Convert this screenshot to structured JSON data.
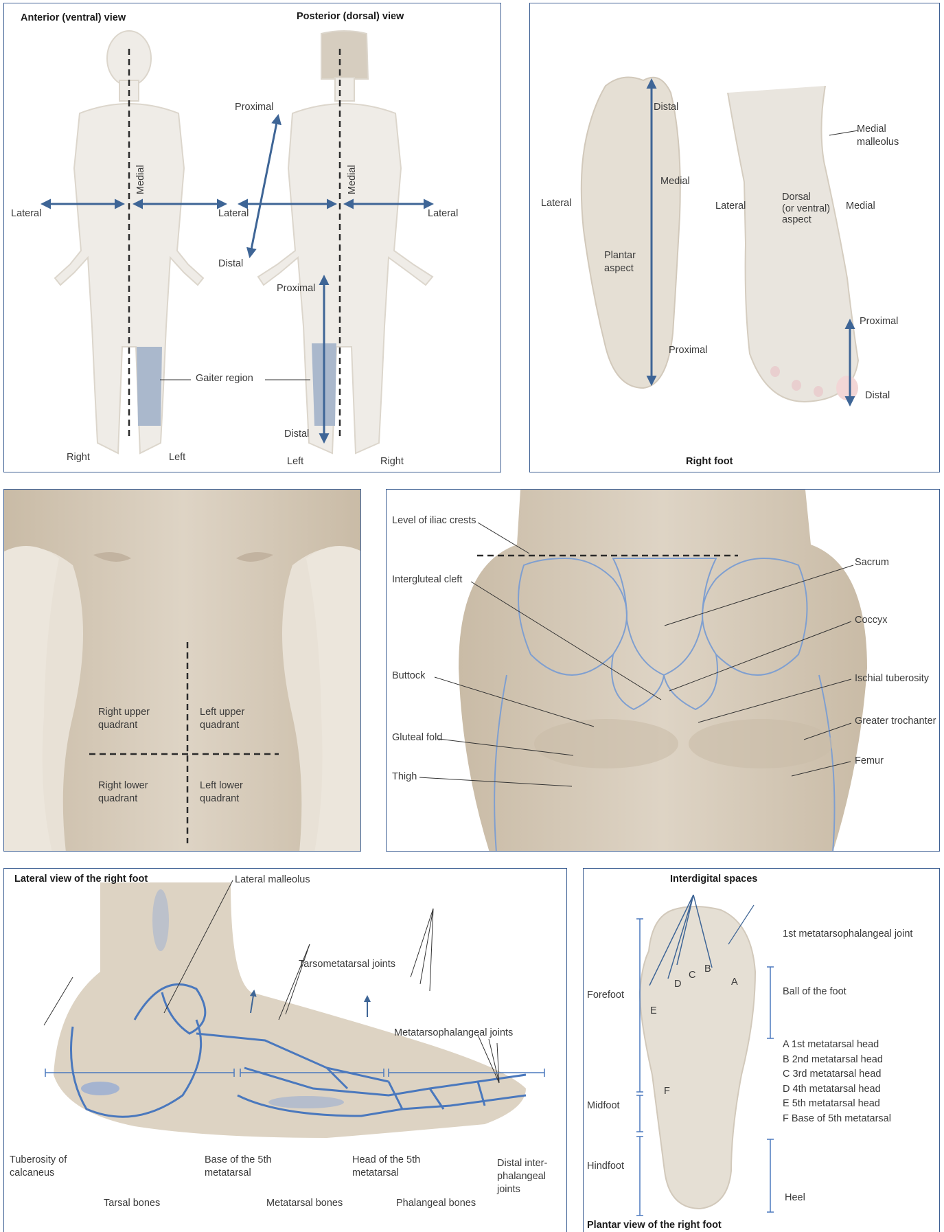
{
  "colors": {
    "border": "#3d5f93",
    "arrow": "#3e6596",
    "bone_line": "#4a78bd",
    "skin": "#e8e2d8",
    "skin_dark": "#cfc3b0",
    "gaiter": "#aab8cc",
    "text": "#3a3a3a"
  },
  "panel_body": {
    "anterior_title": "Anterior (ventral) view",
    "posterior_title": "Posterior (dorsal) view",
    "medial_1": "Medial",
    "medial_2": "Medial",
    "lateral_1": "Lateral",
    "lateral_2": "Lateral",
    "lateral_3": "Lateral",
    "proximal_upper": "Proximal",
    "distal_upper": "Distal",
    "proximal_lower": "Proximal",
    "distal_lower": "Distal",
    "gaiter_region": "Gaiter region",
    "right_front": "Right",
    "left_front": "Left",
    "left_back": "Left",
    "right_back": "Right"
  },
  "panel_foot": {
    "distal_plantar": "Distal",
    "medial_plantar": "Medial",
    "lateral_plantar": "Lateral",
    "plantar_aspect": "Plantar\naspect",
    "proximal_plantar": "Proximal",
    "medial_malleolus": "Medial\nmalleolus",
    "lateral_dorsal": "Lateral",
    "dorsal_aspect": "Dorsal\n(or ventral)\naspect",
    "medial_dorsal": "Medial",
    "proximal_dorsal": "Proximal",
    "distal_dorsal": "Distal",
    "title": "Right foot"
  },
  "panel_abdomen": {
    "ruq": "Right upper\nquadrant",
    "luq": "Left upper\nquadrant",
    "rlq": "Right lower\nquadrant",
    "llq": "Left lower\nquadrant"
  },
  "panel_pelvis": {
    "iliac_crests": "Level of iliac crests",
    "intergluteal_cleft": "Intergluteal cleft",
    "buttock": "Buttock",
    "gluteal_fold": "Gluteal fold",
    "thigh": "Thigh",
    "sacrum": "Sacrum",
    "coccyx": "Coccyx",
    "ischial_tuberosity": "Ischial tuberosity",
    "greater_trochanter": "Greater trochanter",
    "femur": "Femur"
  },
  "panel_lateral": {
    "title": "Lateral view of the right foot",
    "lateral_malleolus": "Lateral malleolus",
    "tarsometatarsal_joints": "Tarsometatarsal joints",
    "mtp_joints": "Metatarsophalangeal joints",
    "tuberosity": "Tuberosity of\ncalcaneus",
    "base_5th": "Base of the 5th\nmetatarsal",
    "head_5th": "Head of the 5th\nmetatarsal",
    "distal_ip": "Distal inter-\nphalangeal\njoints",
    "tarsal_bones": "Tarsal bones",
    "metatarsal_bones": "Metatarsal bones",
    "phalangeal_bones": "Phalangeal bones"
  },
  "panel_plantar": {
    "interdigital_spaces": "Interdigital spaces",
    "first_mtp": "1st metatarsophalangeal joint",
    "forefoot": "Forefoot",
    "ball": "Ball of the foot",
    "midfoot": "Midfoot",
    "hindfoot": "Hindfoot",
    "heel": "Heel",
    "title": "Plantar view of the right foot",
    "letter_a": "A",
    "letter_b": "B",
    "letter_c": "C",
    "letter_d": "D",
    "letter_e": "E",
    "letter_f": "F",
    "legend": [
      "A 1st metatarsal head",
      "B 2nd metatarsal head",
      "C 3rd metatarsal head",
      "D 4th metatarsal head",
      "E 5th metatarsal head",
      "F Base of 5th metatarsal"
    ]
  }
}
